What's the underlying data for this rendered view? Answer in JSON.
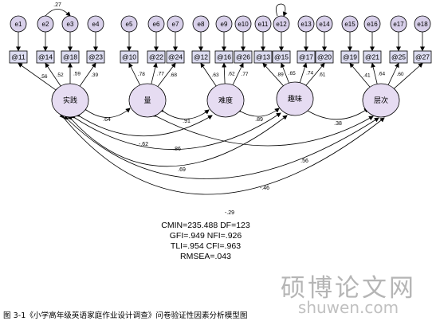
{
  "errors": [
    "e1",
    "e2",
    "e3",
    "e4",
    "e5",
    "e6",
    "e7",
    "e8",
    "e9",
    "e10",
    "e11",
    "e12",
    "e13",
    "e14",
    "e15",
    "e16",
    "e17",
    "e18"
  ],
  "items": [
    "@11",
    "@14",
    "@18",
    "@23",
    "@10",
    "@22",
    "@24",
    "@12",
    "@16",
    "@26",
    "@13",
    "@15",
    "@17",
    "@20",
    "@19",
    "@21",
    "@25",
    "@27"
  ],
  "factors": [
    "实践",
    "量",
    "难度",
    "趣味",
    "层次"
  ],
  "loadings": [
    ".56",
    ".52",
    ".59",
    ".39",
    ".78",
    ".77",
    ".68",
    ".63",
    ".62",
    ".77",
    ".89",
    ".65",
    ".74",
    ".61",
    ".41",
    ".64",
    ".60"
  ],
  "error_correlations": [
    ".27"
  ],
  "factor_correlations": [
    ".64",
    ".91",
    ".89",
    ".38",
    "-.62",
    ".86",
    ".56",
    ".69",
    "-.46",
    "-.29"
  ],
  "fit_indices": [
    "CMIN=235.488  DF=123",
    "GFI=.949 NFI=.926",
    "TLI=.954  CFI=.963",
    "RMSEA=.043"
  ],
  "watermark": {
    "main": "硕博论文网",
    "url": "shuwen.com"
  },
  "caption": "图 3-1《小学高年级英语家庭作业设计调查》问卷验证性因素分析模型图"
}
